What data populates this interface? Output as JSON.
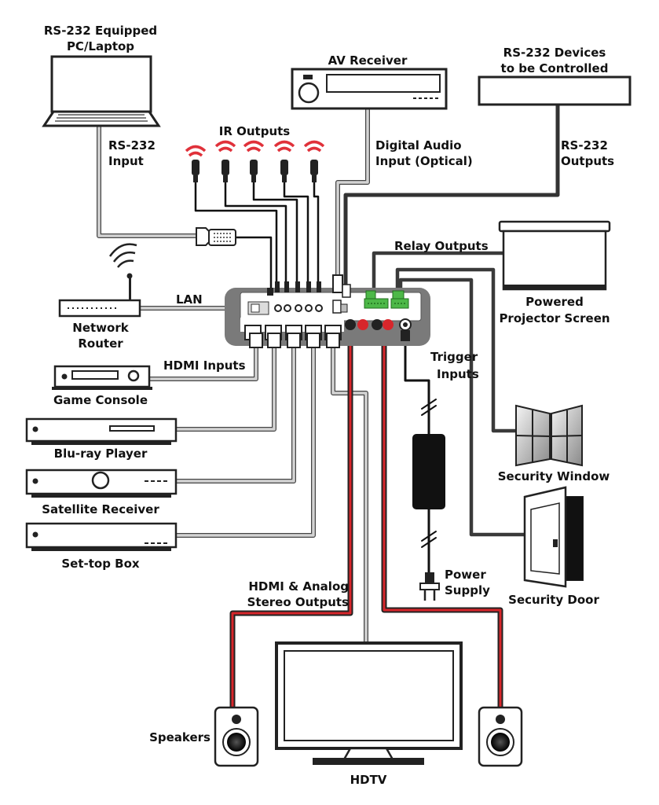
{
  "labels": {
    "pc_line1": "RS-232 Equipped",
    "pc_line2": "PC/Laptop",
    "av_receiver": "AV Receiver",
    "rs232_devices_line1": "RS-232 Devices",
    "rs232_devices_line2": "to be Controlled",
    "ir_outputs": "IR Outputs",
    "rs232_input_line1": "RS-232",
    "rs232_input_line2": "Input",
    "digital_audio_line1": "Digital Audio",
    "digital_audio_line2": "Input (Optical)",
    "rs232_outputs_line1": "RS-232",
    "rs232_outputs_line2": "Outputs",
    "relay_outputs": "Relay Outputs",
    "powered_screen_line1": "Powered",
    "powered_screen_line2": "Projector Screen",
    "lan": "LAN",
    "network_router_line1": "Network",
    "network_router_line2": "Router",
    "hdmi_inputs": "HDMI Inputs",
    "game_console": "Game Console",
    "bluray_player": "Blu-ray Player",
    "satellite_receiver": "Satellite Receiver",
    "settop_box": "Set-top Box",
    "trigger_inputs_line1": "Trigger",
    "trigger_inputs_line2": "Inputs",
    "security_window": "Security Window",
    "security_door": "Security Door",
    "power_supply_line1": "Power",
    "power_supply_line2": "Supply",
    "hdmi_analog_line1": "HDMI & Analog",
    "hdmi_analog_line2": "Stereo Outputs",
    "speakers": "Speakers",
    "hdtv": "HDTV"
  },
  "colors": {
    "cable_dark": "#3a3a3a",
    "cable_light": "#c8c8c8",
    "speaker_wire": "#d7262b",
    "ir_emitter": "#e0313a",
    "terminal_green": "#4db848",
    "device_body": "#ffffff",
    "hub_body": "#7a7a7a"
  },
  "icons": [
    "laptop-icon",
    "av-receiver-icon",
    "rs232-device-icon",
    "ir-emitter-icon",
    "db9-connector-icon",
    "router-icon",
    "game-console-icon",
    "bluray-player-icon",
    "satellite-receiver-icon",
    "settop-box-icon",
    "control-hub-icon",
    "projector-screen-icon",
    "security-window-icon",
    "security-door-icon",
    "power-adapter-icon",
    "speaker-icon",
    "tv-icon"
  ]
}
